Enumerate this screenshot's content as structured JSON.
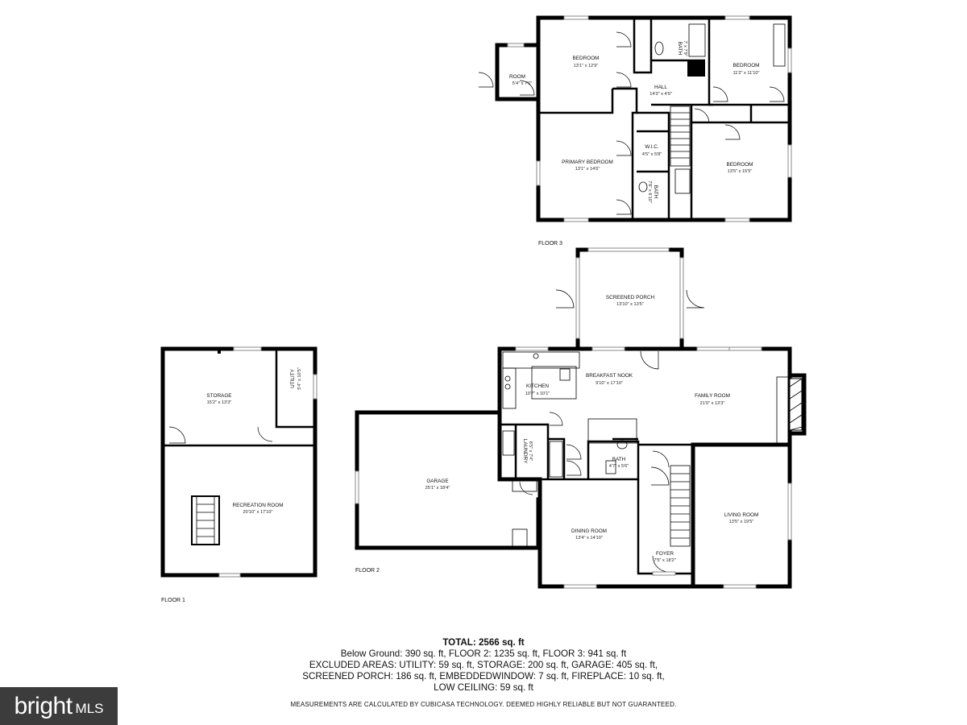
{
  "floors": {
    "floor3": {
      "label": "FLOOR 3",
      "rooms": {
        "room": {
          "name": "ROOM",
          "dim": "5'4\" x 7'6\""
        },
        "bedroom_a": {
          "name": "BEDROOM",
          "dim": "13'1\" x 12'9\""
        },
        "bath_top": {
          "name": "BATH",
          "dim": "7' x 7'9\""
        },
        "bedroom_b": {
          "name": "BEDROOM",
          "dim": "11'2\" x 11'10\""
        },
        "hall": {
          "name": "HALL",
          "dim": "14'3\" x 4'9\""
        },
        "primary_bedroom": {
          "name": "PRIMARY BEDROOM",
          "dim": "13'1\" x 14'6\""
        },
        "wic": {
          "name": "W.I.C.",
          "dim": "4'5\" x 5'8\""
        },
        "bath_primary": {
          "name": "BATH",
          "dim": "7'6\" x 6'10\""
        },
        "bedroom_c": {
          "name": "BEDROOM",
          "dim": "13'5\" x 15'5\""
        }
      }
    },
    "floor2": {
      "label": "FLOOR 2",
      "rooms": {
        "screened_porch": {
          "name": "SCREENED PORCH",
          "dim": "13'10\" x 13'5\""
        },
        "kitchen": {
          "name": "KITCHEN",
          "dim": "10'7\" x 10'1\""
        },
        "breakfast_nook": {
          "name": "BREAKFAST NOOK",
          "dim": "9'10\" x 17'10\""
        },
        "family_room": {
          "name": "FAMILY ROOM",
          "dim": "21'0\" x 13'3\""
        },
        "garage": {
          "name": "GARAGE",
          "dim": "25'1\" x 18'4\""
        },
        "laundry": {
          "name": "LAUNDRY",
          "dim": "6'5\" x 7'4\""
        },
        "bath": {
          "name": "BATH",
          "dim": "4'7\" x 5'6\""
        },
        "dining_room": {
          "name": "DINING ROOM",
          "dim": "13'4\" x 14'10\""
        },
        "foyer": {
          "name": "FOYER",
          "dim": "7'5\" x 18'2\""
        },
        "living_room": {
          "name": "LIVING ROOM",
          "dim": "13'5\" x 19'5\""
        }
      }
    },
    "floor1": {
      "label": "FLOOR 1",
      "rooms": {
        "storage": {
          "name": "STORAGE",
          "dim": "15'2\" x 13'3\""
        },
        "utility": {
          "name": "UTILITY",
          "dim": "5'4\" x 10'5\""
        },
        "recreation_room": {
          "name": "RECREATION ROOM",
          "dim": "20'10\" x 17'10\""
        }
      }
    }
  },
  "summary": {
    "total": "TOTAL: 2566 sq. ft",
    "line1": "Below Ground: 390 sq. ft, FLOOR 2: 1235 sq. ft, FLOOR 3: 941 sq. ft",
    "line2": "EXCLUDED AREAS: UTILITY: 59 sq. ft, STORAGE: 200 sq. ft, GARAGE: 405 sq. ft,",
    "line3": "SCREENED PORCH: 186 sq. ft, EMBEDDEDWINDOW: 7 sq. ft, FIREPLACE: 10 sq. ft,",
    "line4": "LOW CEILING: 59 sq. ft"
  },
  "disclaimer": "MEASUREMENTS ARE CALCULATED BY CUBICASA TECHNOLOGY. DEEMED HIGHLY RELIABLE BUT NOT GUARANTEED.",
  "badge": {
    "brand": "bright",
    "suffix": "MLS",
    "color": "#3c3c3c"
  }
}
